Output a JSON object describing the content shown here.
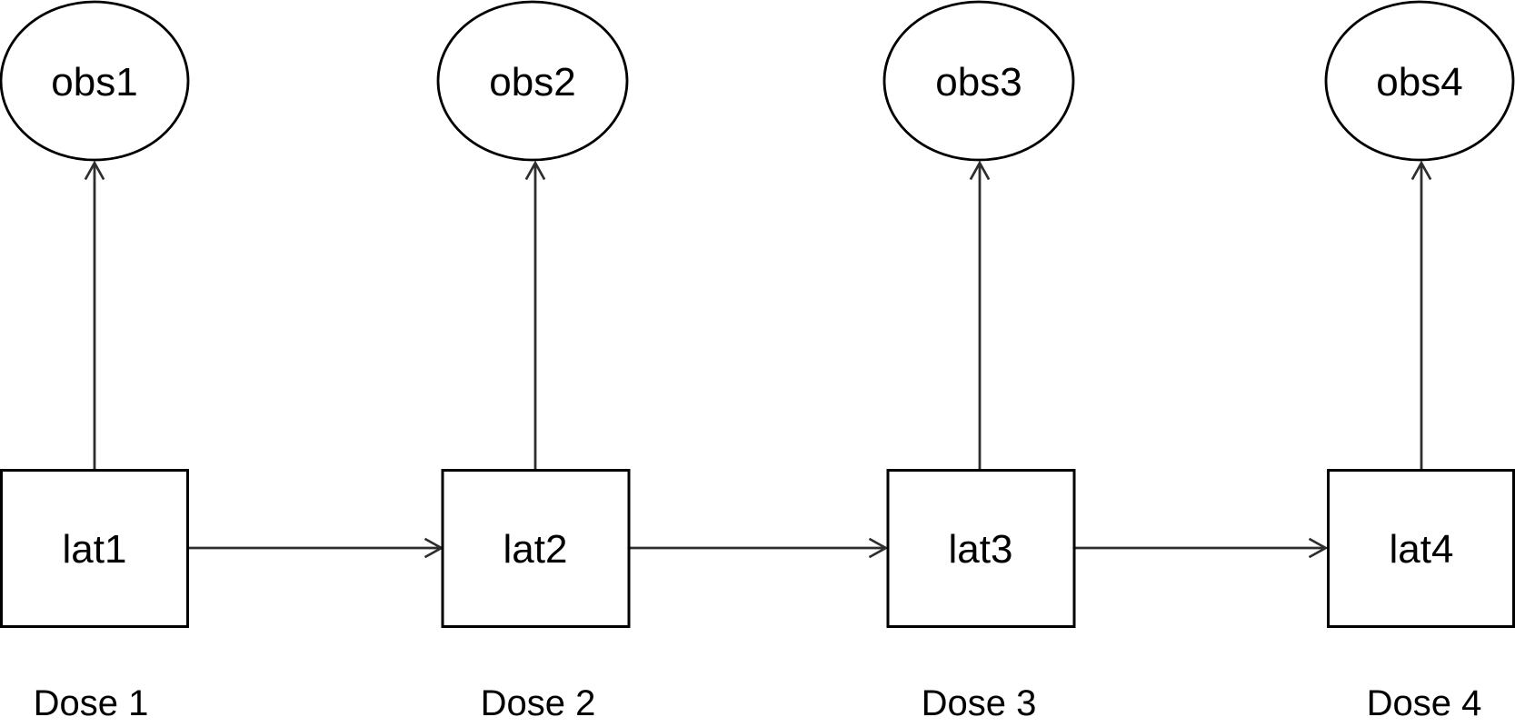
{
  "figure": {
    "background": "#ffffff",
    "colors": {
      "node_stroke": "#000000",
      "arrow_stroke": "#2e2e2e",
      "text": "#000000"
    },
    "nodes": {
      "obs": [
        "obs1",
        "obs2",
        "obs3",
        "obs4"
      ],
      "lat": [
        "lat1",
        "lat2",
        "lat3",
        "lat4"
      ]
    },
    "dose_labels": [
      "Dose 1",
      "Dose 2",
      "Dose 3",
      "Dose 4"
    ],
    "edges": [
      "lat1->obs1",
      "lat2->obs2",
      "lat3->obs3",
      "lat4->obs4",
      "lat1->lat2",
      "lat2->lat3",
      "lat3->lat4"
    ]
  }
}
